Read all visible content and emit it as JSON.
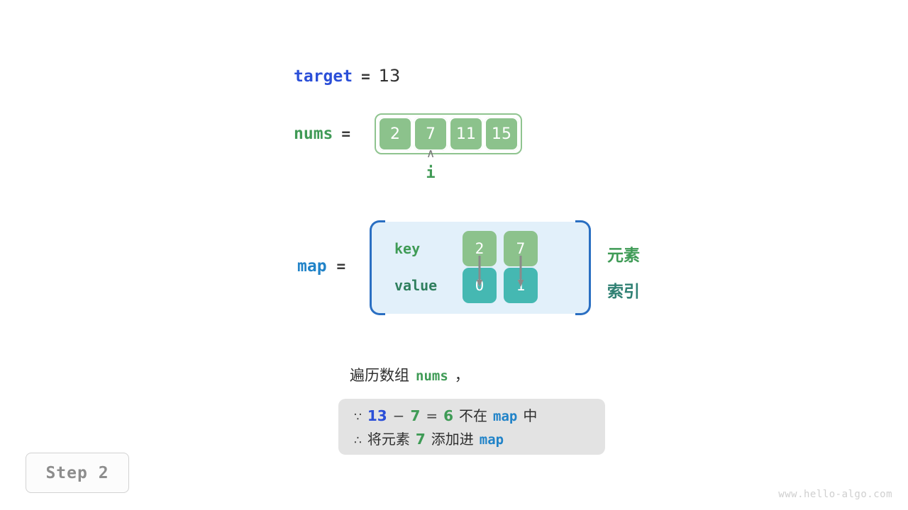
{
  "target": {
    "name": "target",
    "equals": "=",
    "value": "13"
  },
  "nums": {
    "name": "nums",
    "equals": "=",
    "cells": [
      "2",
      "7",
      "11",
      "15"
    ]
  },
  "pointer": {
    "caret": "∧",
    "label": "i",
    "index": 1
  },
  "map": {
    "name": "map",
    "equals": "=",
    "key_row_label": "key",
    "value_row_label": "value",
    "keys": [
      "2",
      "7"
    ],
    "values": [
      "0",
      "1"
    ],
    "side_notes": {
      "element": "元素",
      "index": "索引"
    }
  },
  "caption": {
    "prefix": "遍历数组",
    "code": "nums",
    "suffix": "，"
  },
  "info_box": {
    "line1": {
      "symbol": "∵",
      "a": "13",
      "minus": "−",
      "b": "7",
      "equals": "=",
      "result": "6",
      "text_mid": "不在",
      "code": "map",
      "text_end": "中"
    },
    "line2": {
      "symbol": "∴",
      "text_start": "将元素",
      "value": "7",
      "text_mid": "添加进",
      "code": "map"
    }
  },
  "step_badge": {
    "label": "Step 2"
  },
  "watermark": {
    "text": "www.hello-algo.com"
  },
  "colors": {
    "array_cell": "#8cc28c",
    "map_value_cell": "#45b8b2",
    "map_box_bg": "#e2f0fa",
    "map_bracket": "#2a6fc2",
    "var_blue": "#2b4fd8",
    "var_map_blue": "#2183c8",
    "var_green": "#3f9b56",
    "info_box_bg": "#e3e3e3",
    "arrow_gray": "#8a8a8a"
  }
}
